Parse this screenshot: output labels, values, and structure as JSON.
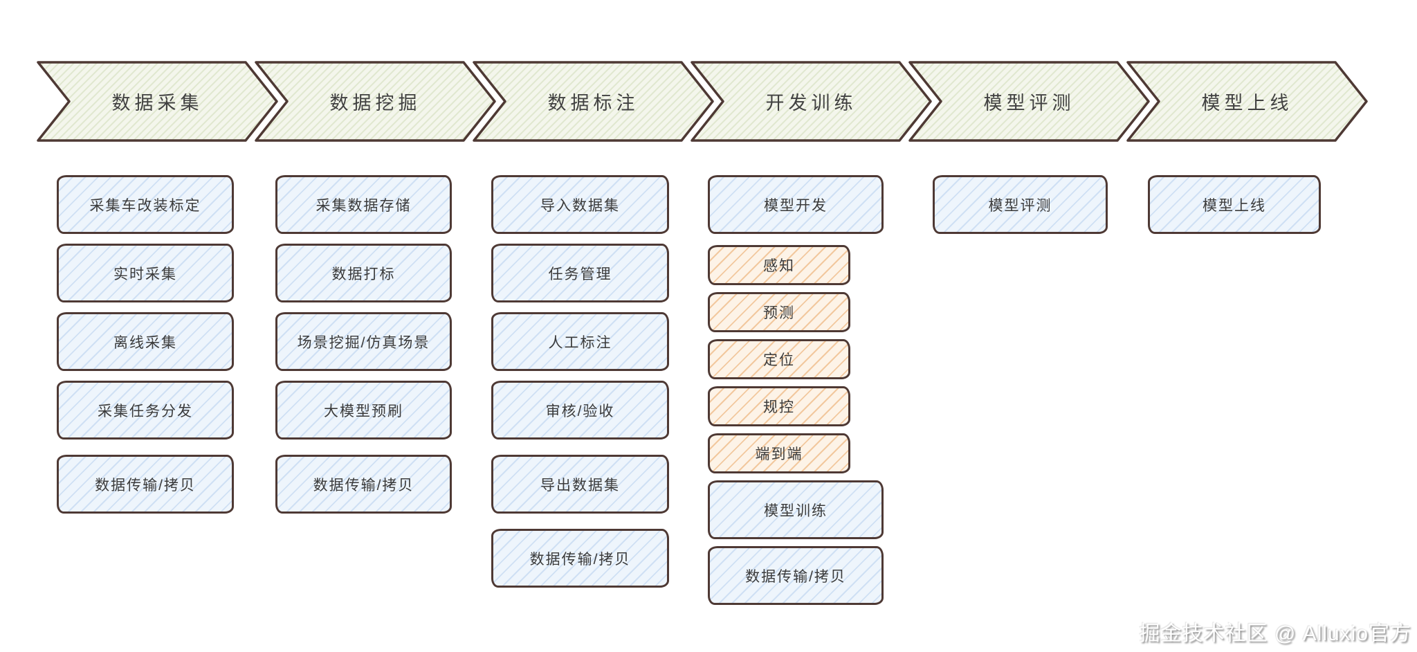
{
  "stages": [
    {
      "label": "数据采集"
    },
    {
      "label": "数据挖掘"
    },
    {
      "label": "数据标注"
    },
    {
      "label": "开发训练"
    },
    {
      "label": "模型评测"
    },
    {
      "label": "模型上线"
    }
  ],
  "columns": [
    {
      "stage": "数据采集",
      "boxes": [
        {
          "label": "采集车改装标定",
          "color": "blue"
        },
        {
          "label": "实时采集",
          "color": "blue"
        },
        {
          "label": "离线采集",
          "color": "blue"
        },
        {
          "label": "采集任务分发",
          "color": "blue"
        },
        {
          "label": "数据传输/拷贝",
          "color": "blue"
        }
      ]
    },
    {
      "stage": "数据挖掘",
      "boxes": [
        {
          "label": "采集数据存储",
          "color": "blue"
        },
        {
          "label": "数据打标",
          "color": "blue"
        },
        {
          "label": "场景挖掘/仿真场景",
          "color": "blue"
        },
        {
          "label": "大模型预刷",
          "color": "blue"
        },
        {
          "label": "数据传输/拷贝",
          "color": "blue"
        }
      ]
    },
    {
      "stage": "数据标注",
      "boxes": [
        {
          "label": "导入数据集",
          "color": "blue"
        },
        {
          "label": "任务管理",
          "color": "blue"
        },
        {
          "label": "人工标注",
          "color": "blue"
        },
        {
          "label": "审核/验收",
          "color": "blue"
        },
        {
          "label": "导出数据集",
          "color": "blue"
        },
        {
          "label": "数据传输/拷贝",
          "color": "blue"
        }
      ]
    },
    {
      "stage": "开发训练",
      "boxes": [
        {
          "label": "模型开发",
          "color": "blue"
        },
        {
          "label": "感知",
          "color": "orange"
        },
        {
          "label": "预测",
          "color": "orange"
        },
        {
          "label": "定位",
          "color": "orange"
        },
        {
          "label": "规控",
          "color": "orange"
        },
        {
          "label": "端到端",
          "color": "orange"
        },
        {
          "label": "模型训练",
          "color": "blue"
        },
        {
          "label": "数据传输/拷贝",
          "color": "blue"
        }
      ]
    },
    {
      "stage": "模型评测",
      "boxes": [
        {
          "label": "模型评测",
          "color": "blue"
        }
      ]
    },
    {
      "stage": "模型上线",
      "boxes": [
        {
          "label": "模型上线",
          "color": "blue"
        }
      ]
    }
  ],
  "watermark": {
    "text": "掘金技术社区 @ Alluxio官方"
  },
  "colors": {
    "outline": "#4e3934",
    "stage_fill": "#f4f6ec",
    "stage_hatch": "#e0e7cf",
    "blue_fill": "#eef5fc",
    "blue_hatch": "#cfe0f4",
    "orange_fill": "#fdf3e7",
    "orange_hatch": "#f2c89e",
    "text": "#3b3b3b"
  }
}
